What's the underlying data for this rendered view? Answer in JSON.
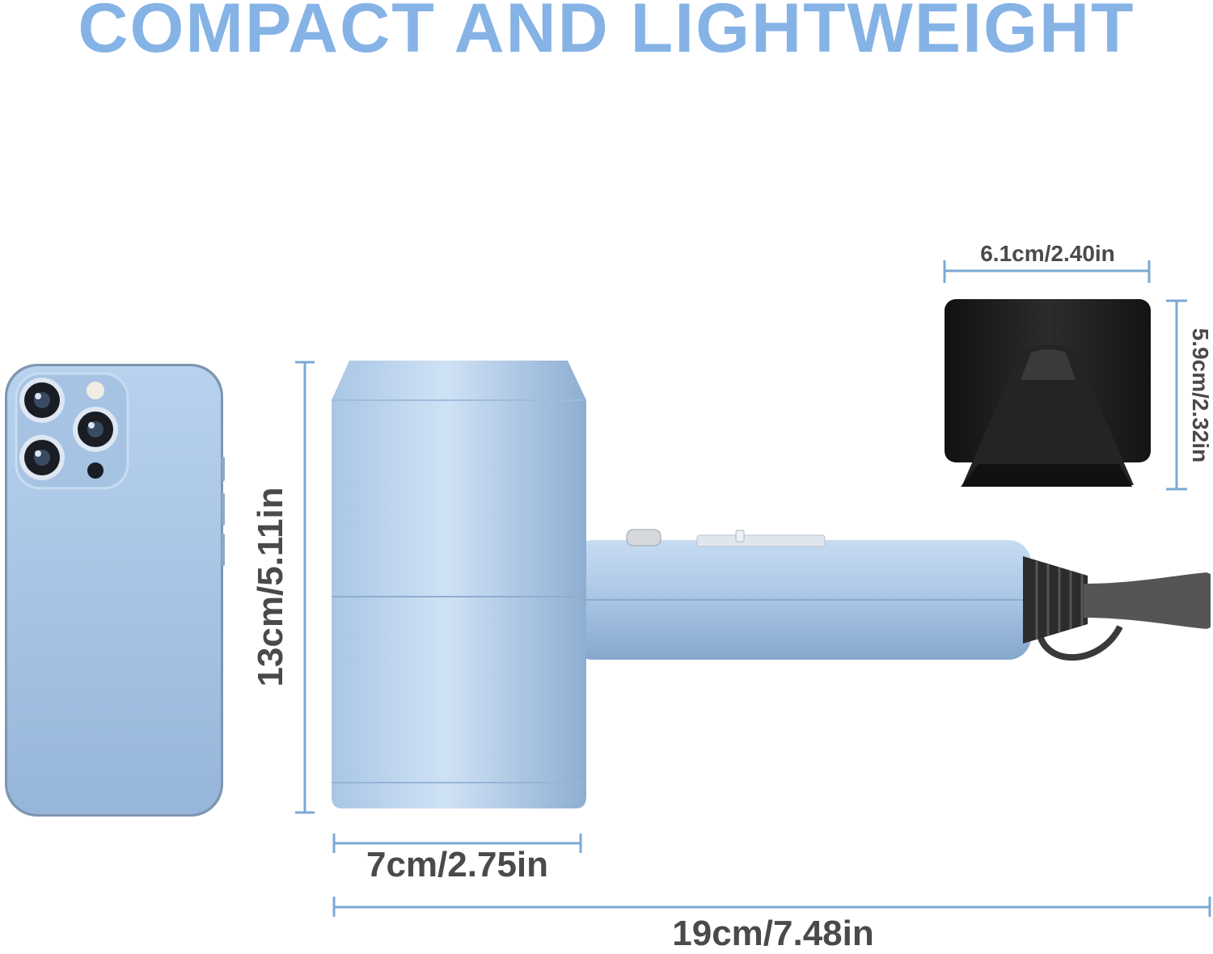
{
  "headline": "COMPACT AND LIGHTWEIGHT",
  "dimensions": {
    "diffuser_width": "6.1cm/2.40in",
    "diffuser_height": "5.9cm/2.32in",
    "dryer_height": "13cm/5.11in",
    "head_width": "7cm/2.75in",
    "total_length": "19cm/7.48in"
  },
  "colors": {
    "headline": "#86B3E6",
    "dimension_line": "#7BA9D4",
    "dryer_body": "#B3CFEA",
    "phone_body": "#A7C4E4",
    "diffuser": "#1E1E1E",
    "label_text": "#4A4A4A"
  }
}
